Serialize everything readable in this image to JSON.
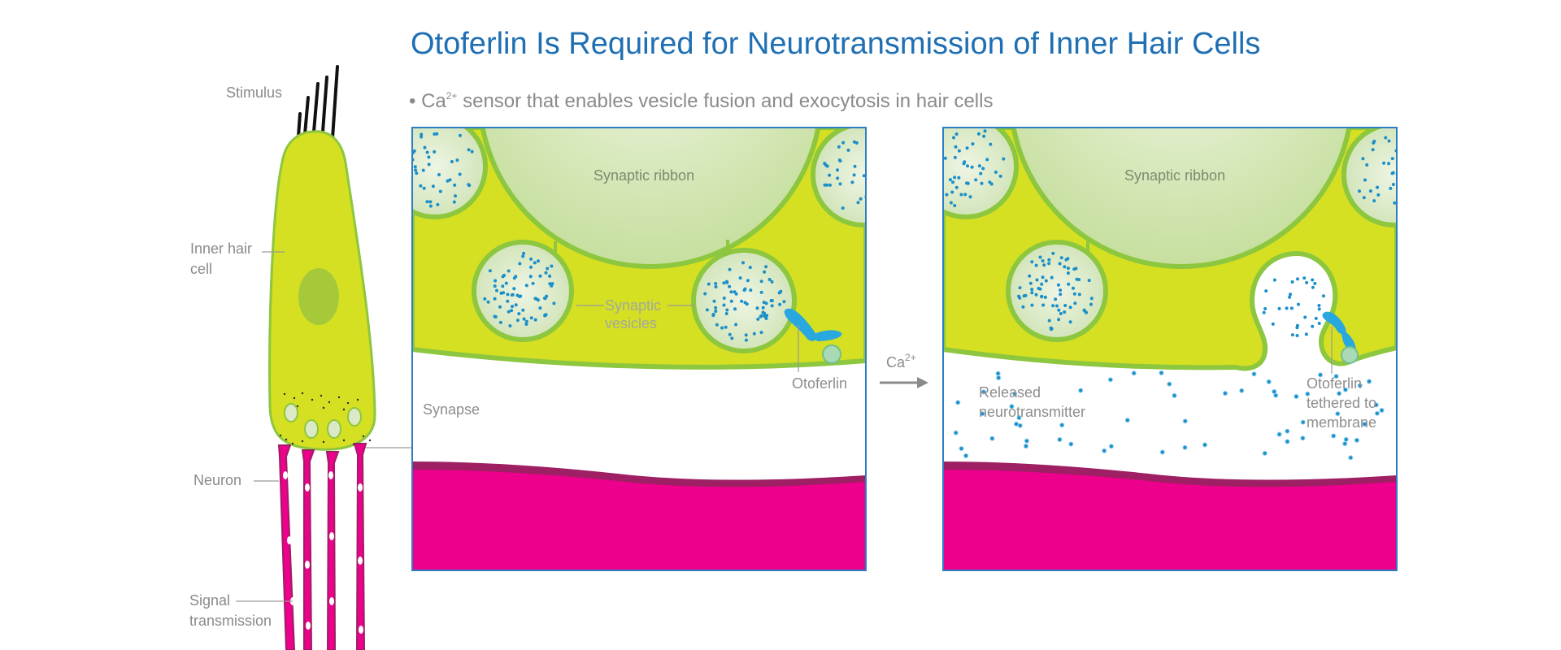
{
  "title": "Otoferlin Is Required for Neurotransmission of Inner Hair Cells",
  "subtitle": {
    "bullet": "• Ca",
    "superscript": "2+",
    "rest": " sensor that enables vesicle fusion and exocytosis in hair cells"
  },
  "hair_cell_labels": {
    "stimulus": "Stimulus",
    "inner_hair_cell_line1": "Inner hair",
    "inner_hair_cell_line2": "cell",
    "neuron": "Neuron",
    "signal_line1": "Signal",
    "signal_line2": "transmission"
  },
  "panel_before": {
    "synaptic_ribbon": "Synaptic ribbon",
    "synaptic_vesicles_line1": "Synaptic",
    "synaptic_vesicles_line2": "vesicles",
    "otoferlin": "Otoferlin",
    "synapse": "Synapse"
  },
  "arrow": {
    "label": "Ca",
    "superscript": "2+"
  },
  "panel_after": {
    "synaptic_ribbon": "Synaptic ribbon",
    "released_line1": "Released",
    "released_line2": "neurotransmitter",
    "otoferlin_line1": "Otoferlin",
    "otoferlin_line2": "tethered to",
    "otoferlin_line3": "membrane"
  },
  "colors": {
    "title": "#1f6fb3",
    "cell_yellow": "#d4e021",
    "cell_outline": "#8dc63f",
    "vesicle_fill": "#dbe9c7",
    "dot_blue": "#1b8fc9",
    "otoferlin_blue": "#29a8e0",
    "neuron_magenta": "#ec008c",
    "neuron_dark": "#9e1f63",
    "panel_border": "#2e7dc0"
  }
}
